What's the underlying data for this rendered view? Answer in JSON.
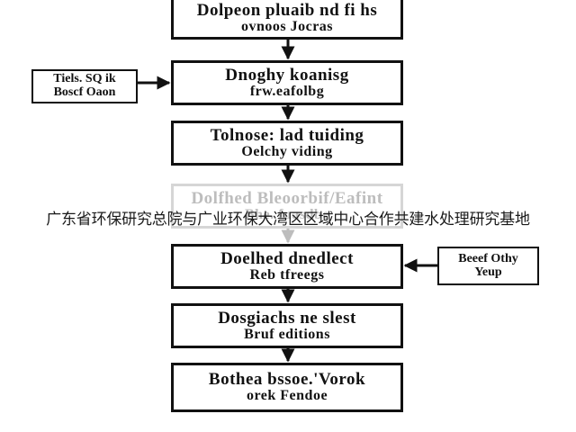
{
  "steps": [
    {
      "line1": "Dolpeon pluaib nd fi hs",
      "line2": "ovnoos Jocras"
    },
    {
      "line1": "Dnoghy koanisg",
      "line2": "frw.eafolbg"
    },
    {
      "line1": "Tolnose: lad tuiding",
      "line2": "Oelchy viding"
    },
    {
      "line1": "Dolfhed Bleoorbif/Eafint",
      "line2": "Bhe. fuasdbe"
    },
    {
      "line1": "Doelhed dnedlect",
      "line2": "Reb tfreegs"
    },
    {
      "line1": "Dosgiachs ne slest",
      "line2": "Bruf editions"
    },
    {
      "line1": "Bothea bssoe.'Vorok",
      "line2": "orek Fendoe"
    }
  ],
  "side_notes": [
    {
      "line1": "Tiels. SQ ik",
      "line2": "Boscf Oaon"
    },
    {
      "line1": "Beeef Othy",
      "line2": "Yeup"
    }
  ],
  "watermark": "广东省环保研究总院与广业环保大湾区区域中心合作共建水处理研究基地",
  "colors": {
    "stroke": "#111111",
    "faded_stroke": "#d6d6d6",
    "background": "#ffffff"
  }
}
